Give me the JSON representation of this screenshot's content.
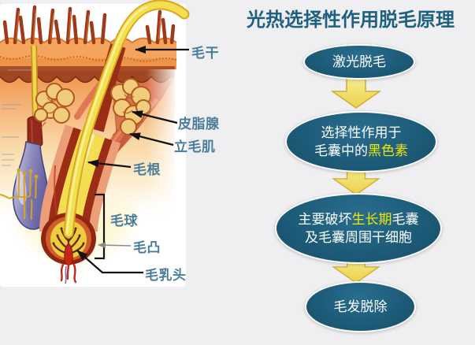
{
  "page": {
    "background": "#efeef0"
  },
  "title": {
    "text": "光热选择性作用脱毛原理",
    "color": "#1d6080"
  },
  "flowchart": {
    "ellipse_fill": "#1d5c79",
    "text_color": "#ffffff",
    "highlight_color": "#f0e70a",
    "arrow_color": "#f2dd5a",
    "steps": [
      {
        "id": "laser",
        "lines": [
          [
            {
              "t": "激光脱毛",
              "hl": false
            }
          ]
        ]
      },
      {
        "id": "selective",
        "lines": [
          [
            {
              "t": "选择性作用于",
              "hl": false
            }
          ],
          [
            {
              "t": "毛囊中的",
              "hl": false
            },
            {
              "t": "黑色素",
              "hl": true
            }
          ]
        ]
      },
      {
        "id": "destroy",
        "lines": [
          [
            {
              "t": "主要破坏",
              "hl": false
            },
            {
              "t": "生长期",
              "hl": true
            },
            {
              "t": "毛囊",
              "hl": false
            }
          ],
          [
            {
              "t": "及毛囊周围干细胞",
              "hl": false
            }
          ]
        ]
      },
      {
        "id": "removed",
        "lines": [
          [
            {
              "t": "毛发脱除",
              "hl": false
            }
          ]
        ]
      }
    ]
  },
  "anatomy": {
    "label_color": "#4a7d99",
    "labels": [
      {
        "id": "hair-shaft",
        "text": "毛干"
      },
      {
        "id": "sebaceous-gland",
        "text": "皮脂腺"
      },
      {
        "id": "arrector-pili",
        "text": "立毛肌"
      },
      {
        "id": "hair-root",
        "text": "毛根"
      },
      {
        "id": "hair-bulb",
        "text": "毛球"
      },
      {
        "id": "hair-bulge",
        "text": "毛凸"
      },
      {
        "id": "hair-papilla",
        "text": "毛乳头"
      }
    ]
  }
}
